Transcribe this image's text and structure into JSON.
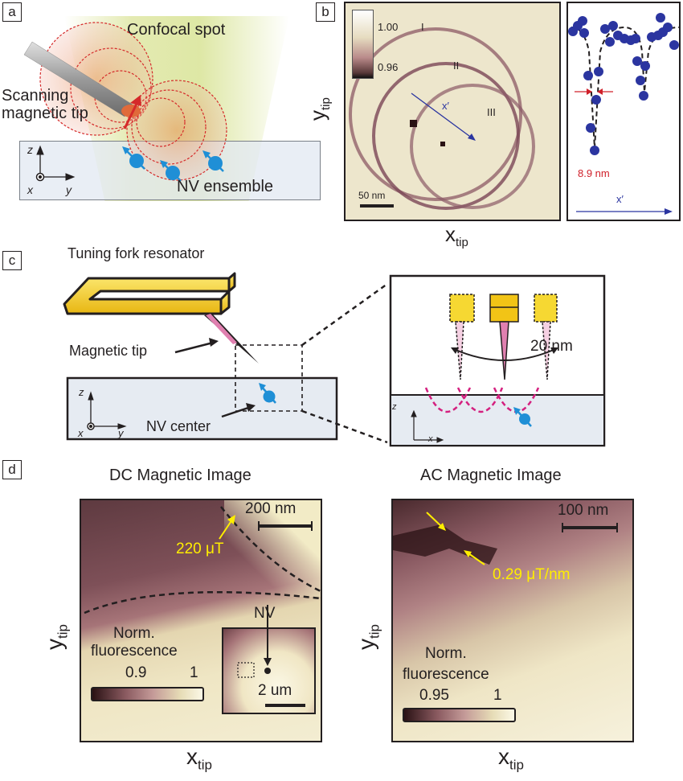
{
  "panels": {
    "a": {
      "label": "a",
      "confocal_spot": "Confocal spot",
      "tip_label_line1": "Scanning",
      "tip_label_line2": "magnetic tip",
      "ensemble_label": "NV ensemble",
      "axes": {
        "z": "z",
        "x": "x",
        "y": "y"
      }
    },
    "b": {
      "label": "b",
      "colorbar": {
        "max": "1.00",
        "min": "0.96"
      },
      "ring_labels": [
        "I",
        "II",
        "III"
      ],
      "arrow_label": "x′",
      "scalebar": "50 nm",
      "xlabel_main": "x",
      "xlabel_sub": "tip",
      "ylabel_main": "y",
      "ylabel_sub": "tip",
      "profile": {
        "width_label": "8.9 nm",
        "axis_label": "x′"
      }
    },
    "c": {
      "label": "c",
      "fork_label": "Tuning fork resonator",
      "tip_label": "Magnetic tip",
      "nv_label": "NV center",
      "axes": {
        "z": "z",
        "x": "x",
        "y": "y"
      },
      "zoom": {
        "amplitude": "20 nm",
        "axes": {
          "z": "z",
          "x": "x"
        }
      }
    },
    "d": {
      "label": "d",
      "dc": {
        "title": "DC Magnetic Image",
        "scalebar": "200 nm",
        "field_label": "220 μT",
        "cbar_title_1": "Norm.",
        "cbar_title_2": "fluorescence",
        "cbar_min": "0.9",
        "cbar_max": "1",
        "inset_nv": "NV",
        "inset_scalebar": "2 um",
        "xlabel_main": "x",
        "xlabel_sub": "tip",
        "ylabel_main": "y",
        "ylabel_sub": "tip"
      },
      "ac": {
        "title": "AC Magnetic Image",
        "scalebar": "100 nm",
        "gradient_label": "0.29 μT/nm",
        "cbar_title_1": "Norm.",
        "cbar_title_2": "fluorescence",
        "cbar_min": "0.95",
        "cbar_max": "1",
        "xlabel_main": "x",
        "xlabel_sub": "tip",
        "ylabel_main": "y",
        "ylabel_sub": "tip"
      }
    }
  },
  "colors": {
    "annotation_yellow": "#ffee00",
    "width_red": "#d0202a",
    "data_blue": "#2b35a0",
    "spin_blue": "#1f8fd6",
    "magenta_field": "#d4207f",
    "fork_gold": "#f2c416",
    "colormap_dark": "#2a1214",
    "colormap_light": "#fbf8e6"
  }
}
